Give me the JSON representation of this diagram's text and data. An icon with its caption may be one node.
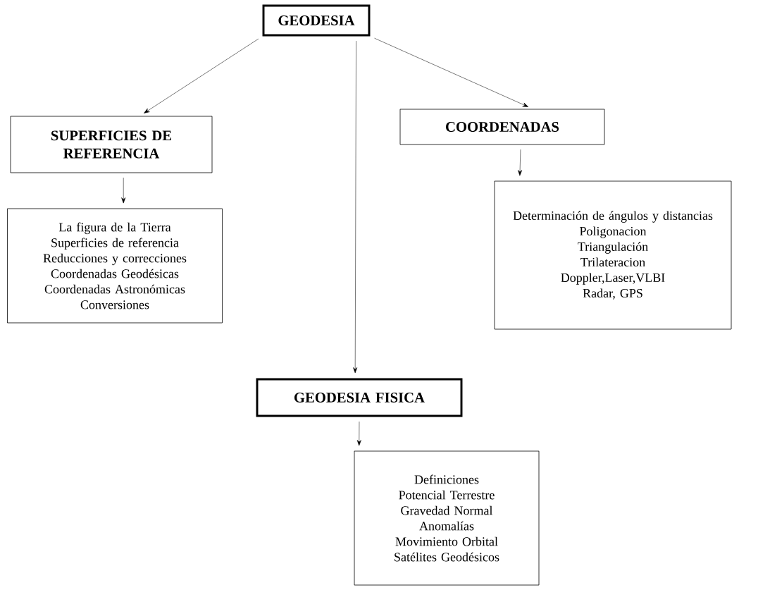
{
  "diagram": {
    "nodes": [
      {
        "text": [
          "GEODESIA"
        ]
      },
      {
        "text": [
          "SUPERFICIES DE REFERENCIA"
        ]
      },
      {
        "text": [
          "COORDENADAS"
        ]
      },
      {
        "text": [
          "La figura de la Tierra",
          "Superficies de referencia",
          "Reducciones y correcciones",
          "Coordenadas Geodésicas",
          "Coordenadas Astronómicas",
          "Conversiones"
        ]
      },
      {
        "text": [
          "Determinación de ángulos y distancias",
          "Poligonacion",
          "Triangulación",
          "Trilateracion",
          "Doppler,Laser,VLBI",
          "Radar, GPS"
        ]
      },
      {
        "text": [
          "GEODESIA FISICA"
        ]
      },
      {
        "text": [
          "Definiciones",
          "Potencial Terrestre",
          "Gravedad Normal",
          "Anomalías",
          "Movimiento Orbital",
          "Satélites Geodésicos"
        ]
      }
    ],
    "edges": [
      {
        "from": 0,
        "to": 1,
        "arrow": "to"
      },
      {
        "from": 0,
        "to": 5,
        "arrow": "to"
      },
      {
        "from": 0,
        "to": 2,
        "arrow": "to"
      },
      {
        "from": 1,
        "to": 3,
        "arrow": "to"
      },
      {
        "from": 2,
        "to": 4,
        "arrow": "to"
      },
      {
        "from": 5,
        "to": 6,
        "arrow": "to"
      }
    ]
  }
}
